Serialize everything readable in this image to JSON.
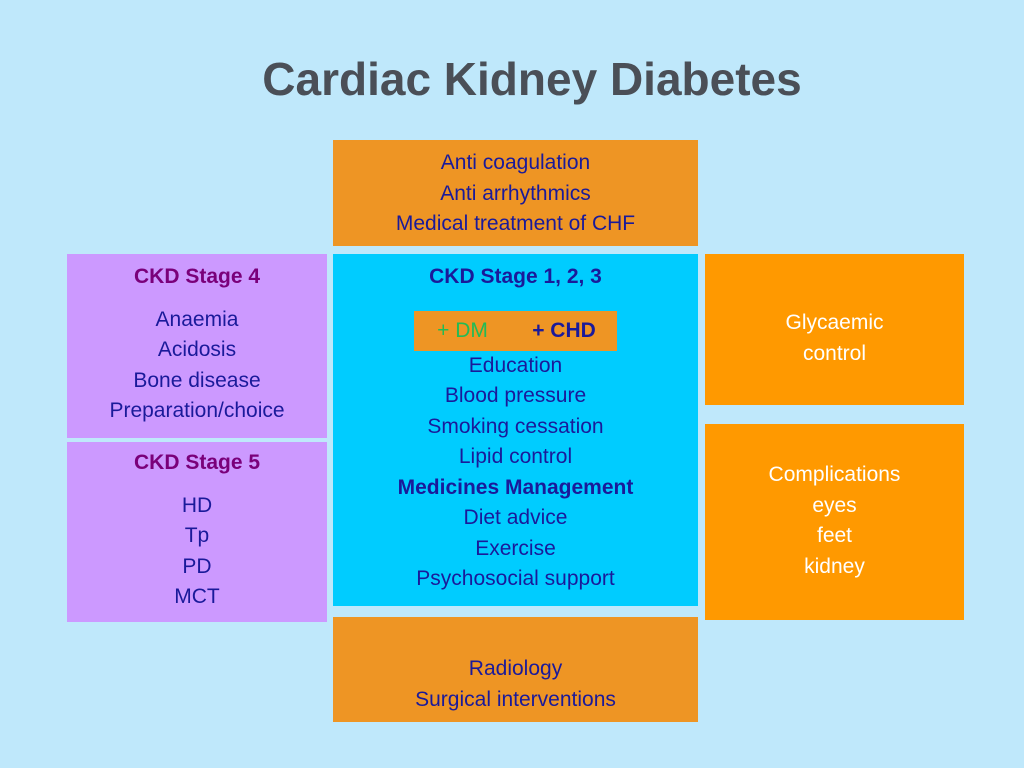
{
  "title": "Cardiac Kidney Diabetes",
  "top_box": {
    "lines": [
      "Anti coagulation",
      "Anti arrhythmics",
      "Medical treatment of CHF"
    ]
  },
  "stage4": {
    "heading": "CKD Stage 4",
    "items": [
      "Anaemia",
      "Acidosis",
      "Bone disease",
      "Preparation/choice"
    ]
  },
  "stage5": {
    "heading": "CKD Stage 5",
    "items": [
      "HD",
      "Tp",
      "PD",
      "MCT"
    ]
  },
  "center": {
    "heading": "CKD Stage 1, 2, 3",
    "tag_dm": "+ DM",
    "tag_chd": "+ CHD",
    "items": [
      "Education",
      "Blood pressure",
      "Smoking cessation",
      "Lipid control",
      "Medicines Management",
      "Diet advice",
      "Exercise",
      "Psychosocial support"
    ]
  },
  "glycaemic": {
    "lines": [
      "Glycaemic",
      "control"
    ]
  },
  "complications": {
    "lines": [
      "Complications",
      "eyes",
      "feet",
      "kidney"
    ]
  },
  "bottom_box": {
    "lines": [
      "Radiology",
      "Surgical interventions"
    ]
  },
  "colors": {
    "background": "#bfe8fb",
    "orange": "#ee9524",
    "bright_orange": "#ff9900",
    "purple": "#cc99ff",
    "cyan": "#00ccff",
    "text_blue": "#1a1a9a",
    "heading_purple": "#7a007a"
  }
}
